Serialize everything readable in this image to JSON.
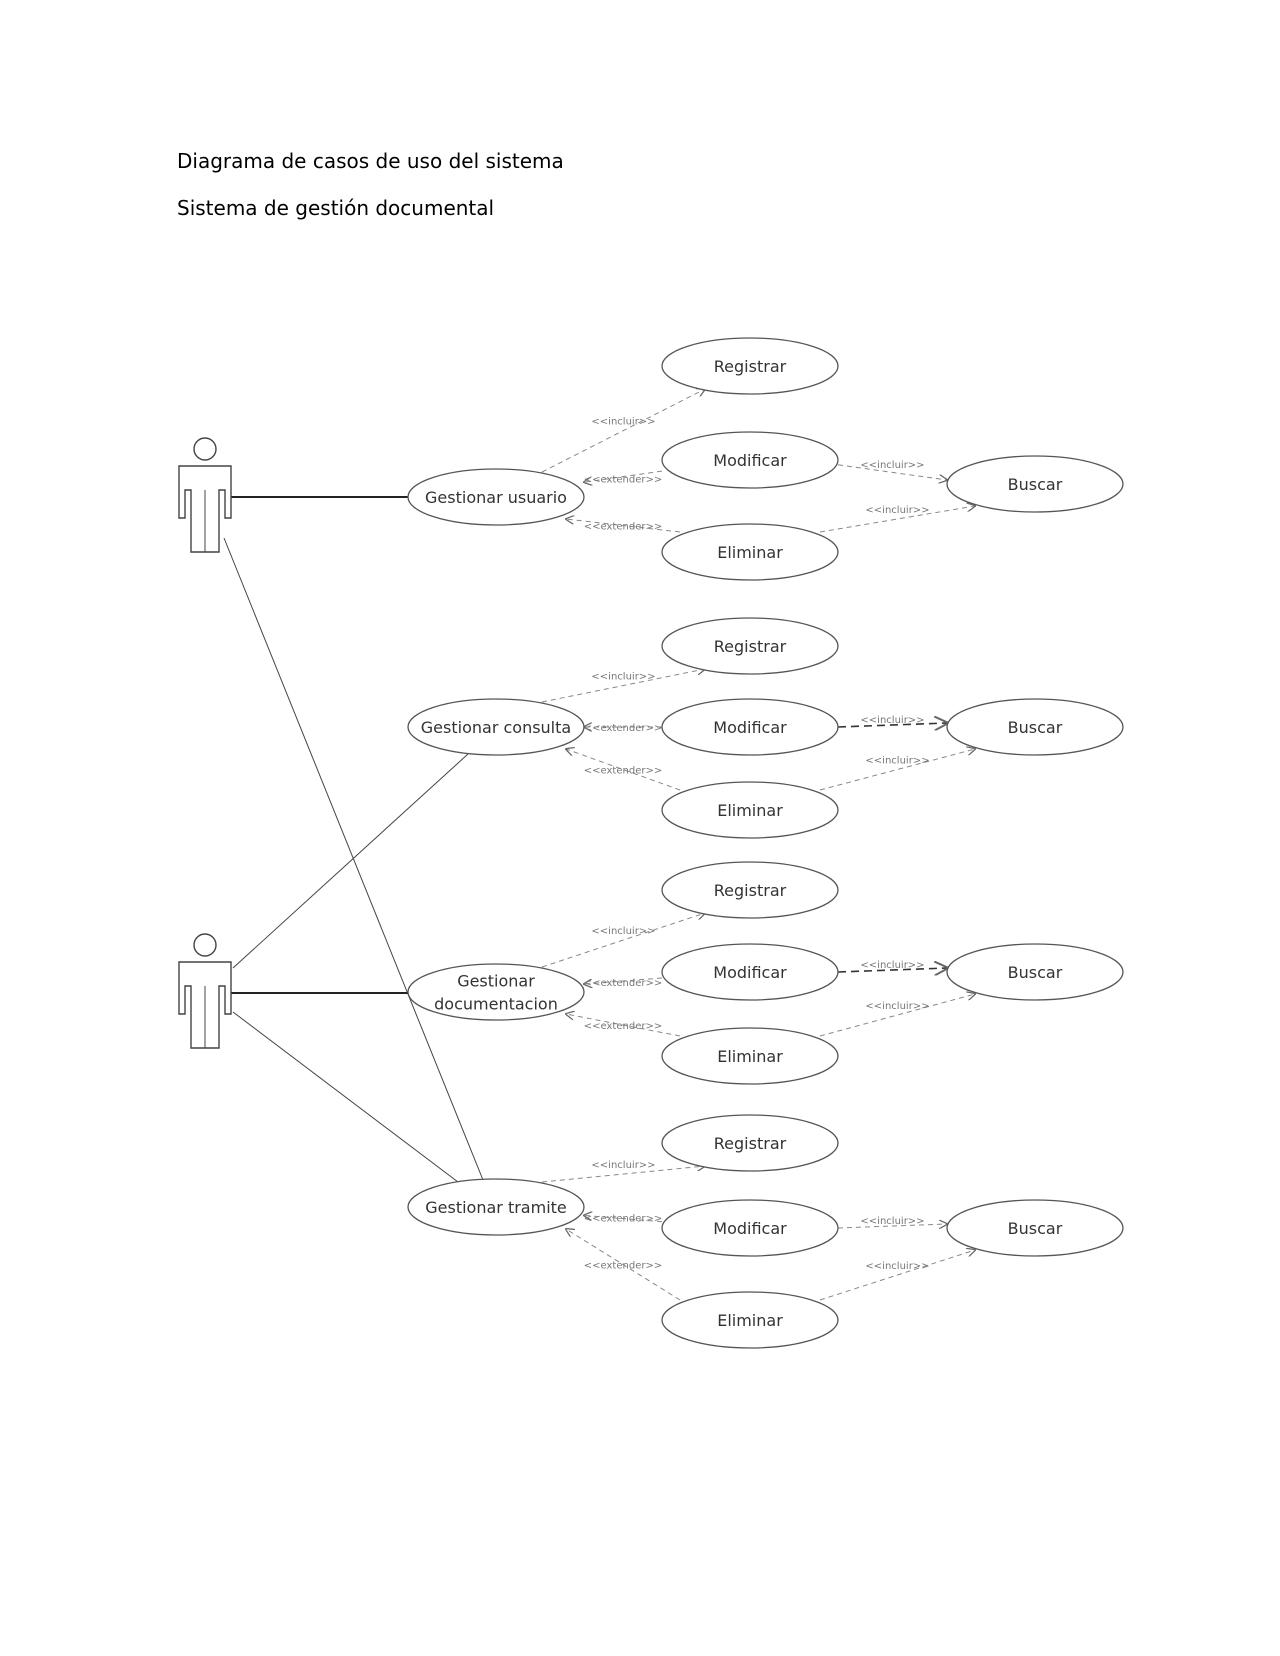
{
  "document": {
    "title": "Diagrama de casos de uso del sistema",
    "subtitle": "Sistema de gestión documental"
  },
  "relations": {
    "include": "<<incluir>>",
    "extend": "<<extender>>"
  },
  "groups": [
    {
      "main": [
        "Gestionar usuario"
      ],
      "registrar": "Registrar",
      "modificar": "Modificar",
      "eliminar": "Eliminar",
      "buscar": "Buscar"
    },
    {
      "main": [
        "Gestionar consulta"
      ],
      "registrar": "Registrar",
      "modificar": "Modificar",
      "eliminar": "Eliminar",
      "buscar": "Buscar"
    },
    {
      "main": [
        "Gestionar",
        "documentacion"
      ],
      "registrar": "Registrar",
      "modificar": "Modificar",
      "eliminar": "Eliminar",
      "buscar": "Buscar"
    },
    {
      "main": [
        "Gestionar tramite"
      ],
      "registrar": "Registrar",
      "modificar": "Modificar",
      "eliminar": "Eliminar",
      "buscar": "Buscar"
    }
  ]
}
